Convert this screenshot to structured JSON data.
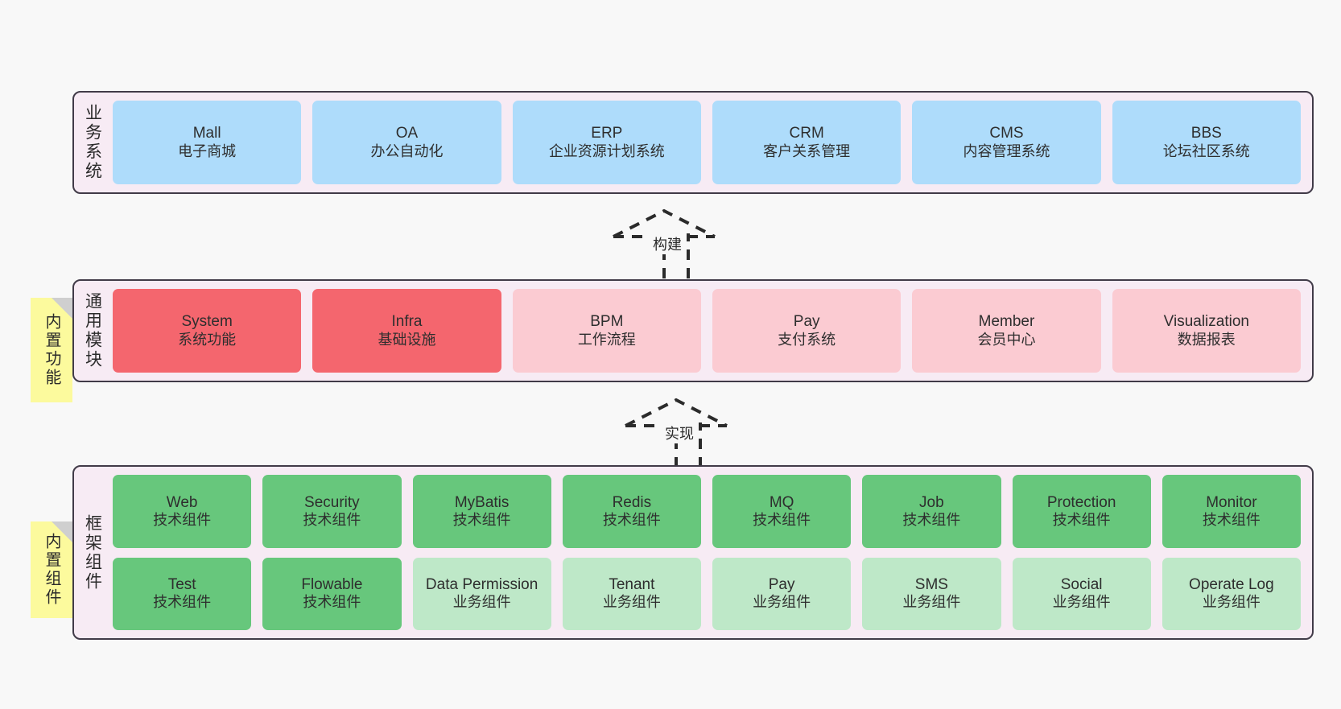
{
  "diagram": {
    "background_color": "#f8f8f8",
    "layers": [
      {
        "id": "business",
        "title": "业务系统",
        "card_color": "#aedcfb",
        "cards": [
          {
            "en": "Mall",
            "cn": "电子商城"
          },
          {
            "en": "OA",
            "cn": "办公自动化"
          },
          {
            "en": "ERP",
            "cn": "企业资源计划系统"
          },
          {
            "en": "CRM",
            "cn": "客户关系管理"
          },
          {
            "en": "CMS",
            "cn": "内容管理系统"
          },
          {
            "en": "BBS",
            "cn": "论坛社区系统"
          }
        ]
      },
      {
        "id": "common",
        "title": "通用模块",
        "card_color_primary": "#f4666e",
        "card_color_secondary": "#fbcbd2",
        "cards": [
          {
            "en": "System",
            "cn": "系统功能",
            "variant": "red"
          },
          {
            "en": "Infra",
            "cn": "基础设施",
            "variant": "red"
          },
          {
            "en": "BPM",
            "cn": "工作流程",
            "variant": "pink"
          },
          {
            "en": "Pay",
            "cn": "支付系统",
            "variant": "pink"
          },
          {
            "en": "Member",
            "cn": "会员中心",
            "variant": "pink"
          },
          {
            "en": "Visualization",
            "cn": "数据报表",
            "variant": "pink"
          }
        ]
      },
      {
        "id": "framework",
        "title": "框架组件",
        "card_color_primary": "#67c77c",
        "card_color_secondary": "#bee8c8",
        "rows": [
          [
            {
              "en": "Web",
              "cn": "技术组件",
              "variant": "green"
            },
            {
              "en": "Security",
              "cn": "技术组件",
              "variant": "green"
            },
            {
              "en": "MyBatis",
              "cn": "技术组件",
              "variant": "green"
            },
            {
              "en": "Redis",
              "cn": "技术组件",
              "variant": "green"
            },
            {
              "en": "MQ",
              "cn": "技术组件",
              "variant": "green"
            },
            {
              "en": "Job",
              "cn": "技术组件",
              "variant": "green"
            },
            {
              "en": "Protection",
              "cn": "技术组件",
              "variant": "green"
            },
            {
              "en": "Monitor",
              "cn": "技术组件",
              "variant": "green"
            }
          ],
          [
            {
              "en": "Test",
              "cn": "技术组件",
              "variant": "green"
            },
            {
              "en": "Flowable",
              "cn": "技术组件",
              "variant": "green"
            },
            {
              "en": "Data Permission",
              "cn": "业务组件",
              "variant": "green-light"
            },
            {
              "en": "Tenant",
              "cn": "业务组件",
              "variant": "green-light"
            },
            {
              "en": "Pay",
              "cn": "业务组件",
              "variant": "green-light"
            },
            {
              "en": "SMS",
              "cn": "业务组件",
              "variant": "green-light"
            },
            {
              "en": "Social",
              "cn": "业务组件",
              "variant": "green-light"
            },
            {
              "en": "Operate Log",
              "cn": "业务组件",
              "variant": "green-light"
            }
          ]
        ]
      }
    ],
    "notes": [
      {
        "id": "functions",
        "label": "内置功能",
        "color": "#fcfa9d"
      },
      {
        "id": "components",
        "label": "内置组件",
        "color": "#fcfa9d"
      }
    ],
    "connectors": [
      {
        "id": "build",
        "label": "构建",
        "style": "dashed-generalization",
        "direction": "up"
      },
      {
        "id": "impl",
        "label": "实现",
        "style": "dashed-generalization",
        "direction": "up"
      }
    ]
  }
}
